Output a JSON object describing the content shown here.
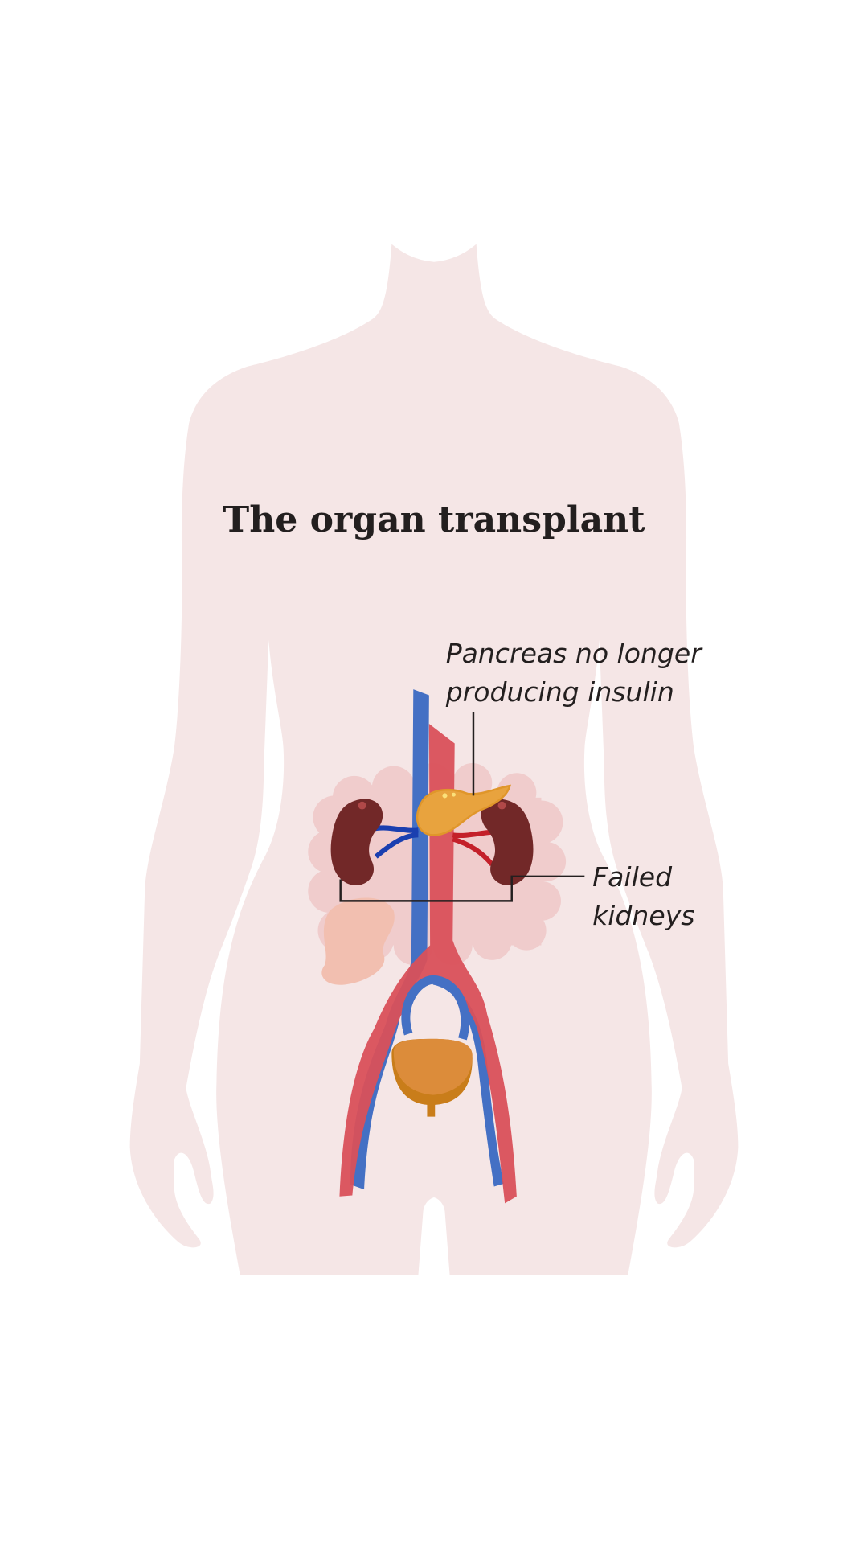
{
  "title": "The organ transplant",
  "labels": {
    "pancreas_line1": "Pancreas no longer",
    "pancreas_line2": "producing insulin",
    "kidneys_line1": "Failed",
    "kidneys_line2": "kidneys"
  },
  "colors": {
    "body": "#f5e6e6",
    "intestines": "#f0cccc",
    "vein": "#4470c4",
    "artery": "#d9505a",
    "kidney": "#722828",
    "pancreas": "#e8a33e",
    "bladder": "#dc8c3a"
  }
}
